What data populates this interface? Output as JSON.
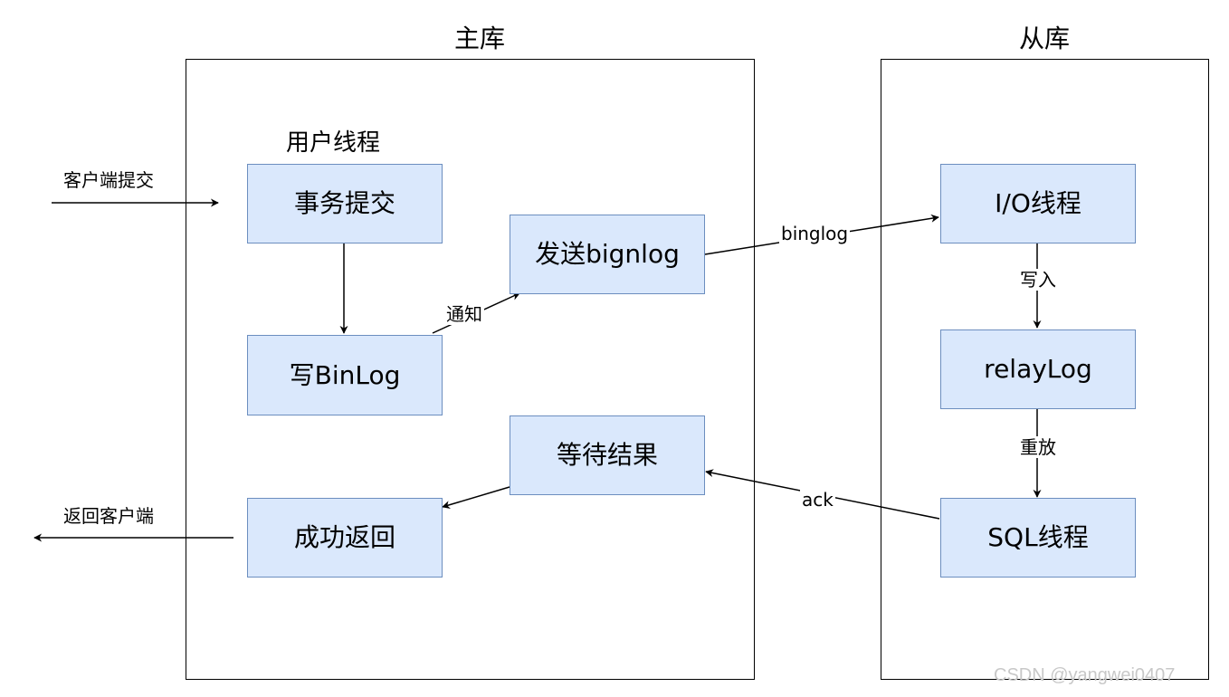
{
  "panels": {
    "master_title": "主库",
    "slave_title": "从库"
  },
  "master": {
    "user_thread_caption": "用户线程",
    "commit_node": "事务提交",
    "write_binlog_node": "写BinLog",
    "send_binlog_node": "发送bignlog",
    "wait_result_node": "等待结果",
    "return_success_node": "成功返回"
  },
  "slave": {
    "io_thread_node": "I/O线程",
    "relay_log_node": "relayLog",
    "sql_thread_node": "SQL线程"
  },
  "edges": {
    "client_commit": "客户端提交",
    "return_client": "返回客户端",
    "notify": "通知",
    "binlog": "binglog",
    "write_in": "写入",
    "replay": "重放",
    "ack": "ack"
  },
  "watermark": "CSDN @yangwei0407",
  "colors": {
    "node_fill": "#dae8fc",
    "node_border": "#6c8ebf",
    "line": "#000000"
  }
}
